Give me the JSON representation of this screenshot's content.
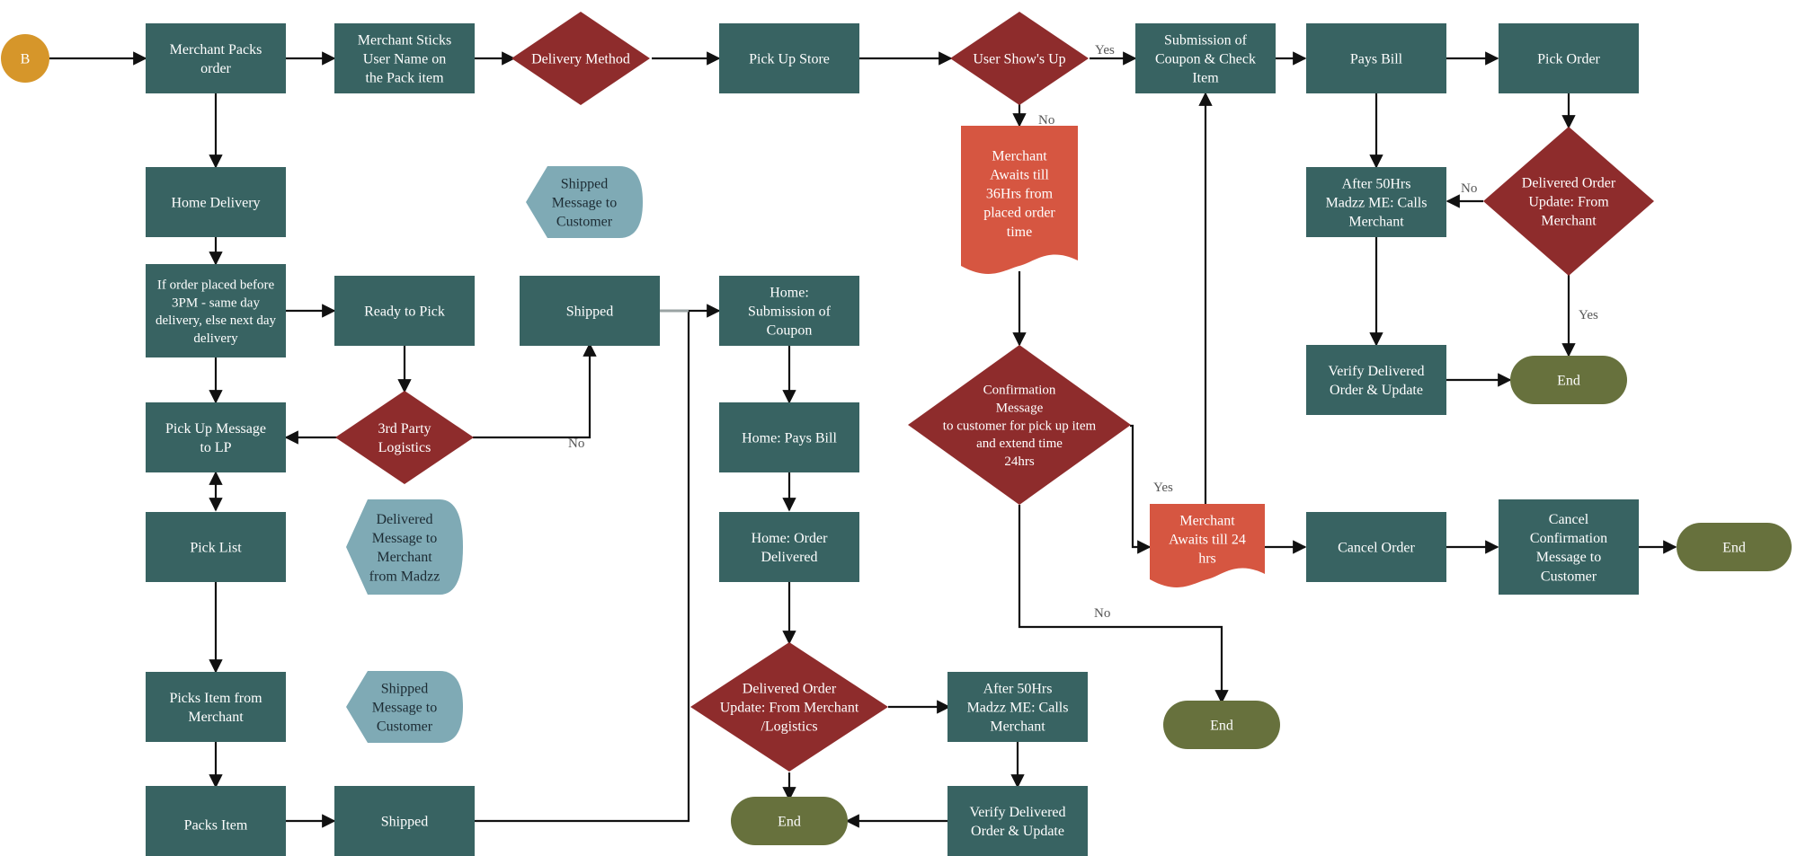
{
  "colors": {
    "process": "#386362",
    "decision": "#8e2c2c",
    "terminal": "#67713d",
    "document": "#d65641",
    "message": "#7faab5",
    "start": "#d6962a",
    "edge": "#111111",
    "edge_light": "#9aa3a3"
  },
  "nodes": {
    "start_b": "B",
    "merchant_packs_order": "Merchant Packs order",
    "merchant_sticks": "Merchant Sticks User Name on the Pack item",
    "delivery_method": "Delivery Method",
    "pick_up_store": "Pick Up Store",
    "user_shows_up": "User Show's Up",
    "submission_coupon_check": "Submission of Coupon & Check Item",
    "pays_bill": "Pays Bill",
    "pick_order": "Pick Order",
    "home_delivery": "Home Delivery",
    "shipped_message_top": "Shipped Message to Customer",
    "merchant_awaits_36": "Merchant Awaits till 36Hrs from placed order time",
    "after_50hrs_top": "After 50Hrs Madzz ME: Calls Merchant",
    "delivered_order_update_top": "Delivered Order Update: From Merchant",
    "if_order_placed": "If order placed before 3PM - same day delivery, else next day delivery",
    "ready_to_pick": "Ready to Pick",
    "shipped_mid": "Shipped",
    "home_submission_coupon": "Home: Submission of Coupon",
    "verify_delivered_top": "Verify Delivered Order & Update",
    "end_top": "End",
    "pick_up_message_lp": "Pick Up Message to LP",
    "third_party_logistics": "3rd Party Logistics",
    "home_pays_bill": "Home: Pays Bill",
    "confirmation_message": "Confirmation Message to customer for pick up item and extend time 24hrs",
    "delivered_message_merchant": "Delivered Message to Merchant from Madzz",
    "pick_list": "Pick List",
    "home_order_delivered": "Home: Order Delivered",
    "merchant_awaits_24": "Merchant Awaits till 24 hrs",
    "cancel_order": "Cancel Order",
    "cancel_confirmation": "Cancel Confirmation Message to Customer",
    "end_right": "End",
    "picks_item_from_merchant": "Picks Item from Merchant",
    "shipped_message_bottom": "Shipped Message to Customer",
    "delivered_order_update_bottom": "Delivered Order Update: From Merchant /Logistics",
    "after_50hrs_bottom": "After 50Hrs Madzz ME: Calls Merchant",
    "end_mid": "End",
    "packs_item": "Packs Item",
    "shipped_bottom": "Shipped",
    "end_bottom": "End",
    "verify_delivered_bottom": "Verify Delivered Order & Update"
  },
  "edge_labels": {
    "yes_user_shows": "Yes",
    "no_user_shows": "No",
    "no_delivered_top": "No",
    "yes_delivered_top": "Yes",
    "no_third_party": "No",
    "yes_confirmation": "Yes",
    "no_confirmation": "No"
  }
}
